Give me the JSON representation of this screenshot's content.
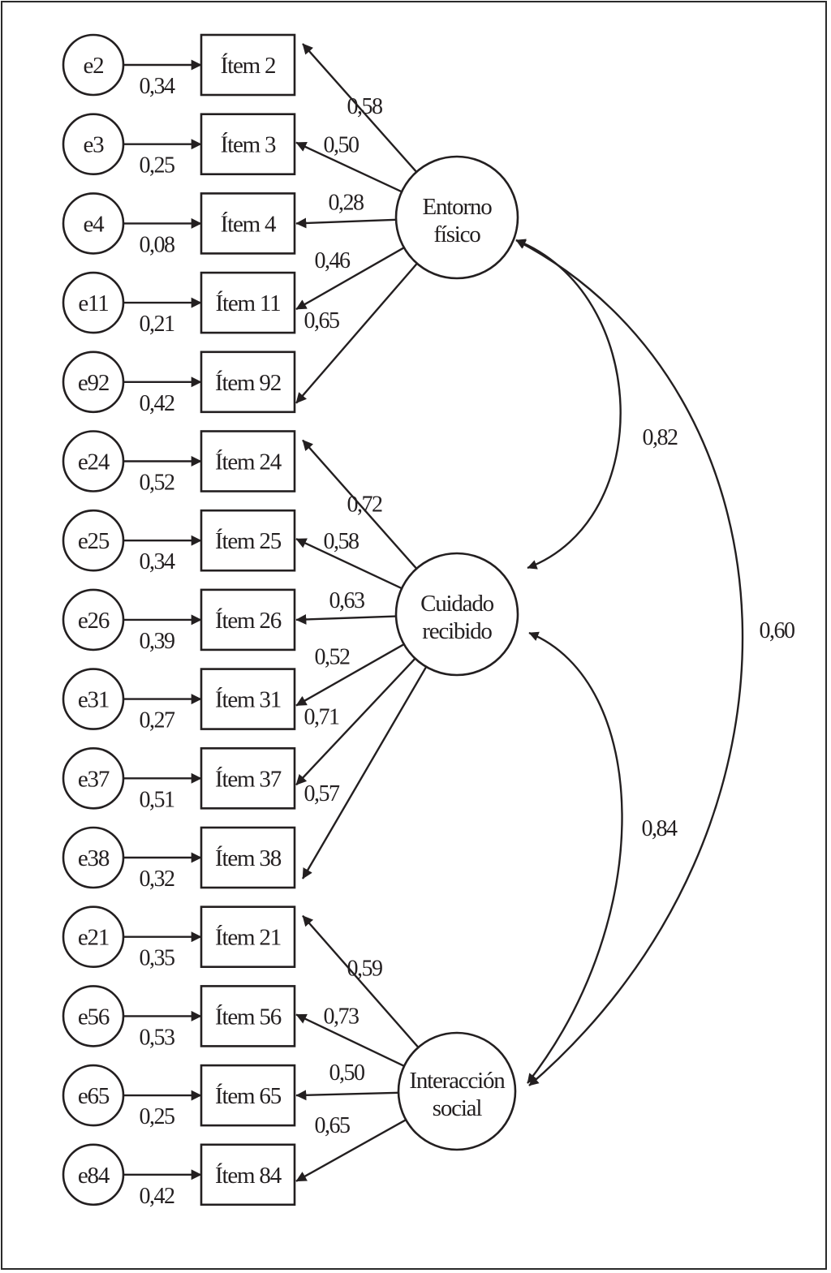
{
  "diagram": {
    "type": "confirmatory-factor-analysis",
    "factors": [
      {
        "id": "entorno",
        "label_lines": [
          "Entorno",
          "físico"
        ],
        "items": [
          {
            "item": "Ítem 2",
            "error": "e2",
            "loading": "0,58",
            "error_value": "0,34"
          },
          {
            "item": "Ítem 3",
            "error": "e3",
            "loading": "0,50",
            "error_value": "0,25"
          },
          {
            "item": "Ítem 4",
            "error": "e4",
            "loading": "0,28",
            "error_value": "0,08"
          },
          {
            "item": "Ítem 11",
            "error": "e11",
            "loading": "0,46",
            "error_value": "0,21"
          },
          {
            "item": "Ítem 92",
            "error": "e92",
            "loading": "0,65",
            "error_value": "0,42"
          }
        ]
      },
      {
        "id": "cuidado",
        "label_lines": [
          "Cuidado",
          "recibido"
        ],
        "items": [
          {
            "item": "Ítem 24",
            "error": "e24",
            "loading": "0,72",
            "error_value": "0,52"
          },
          {
            "item": "Ítem 25",
            "error": "e25",
            "loading": "0,58",
            "error_value": "0,34"
          },
          {
            "item": "Ítem 26",
            "error": "e26",
            "loading": "0,63",
            "error_value": "0,39"
          },
          {
            "item": "Ítem 31",
            "error": "e31",
            "loading": "0,52",
            "error_value": "0,27"
          },
          {
            "item": "Ítem 37",
            "error": "e37",
            "loading": "0,71",
            "error_value": "0,51"
          },
          {
            "item": "Ítem 38",
            "error": "e38",
            "loading": "0,57",
            "error_value": "0,32"
          }
        ]
      },
      {
        "id": "interaccion",
        "label_lines": [
          "Interacción",
          "social"
        ],
        "items": [
          {
            "item": "Ítem 21",
            "error": "e21",
            "loading": "0,59",
            "error_value": "0,35"
          },
          {
            "item": "Ítem 56",
            "error": "e56",
            "loading": "0,73",
            "error_value": "0,53"
          },
          {
            "item": "Ítem 65",
            "error": "e65",
            "loading": "0,50",
            "error_value": "0,25"
          },
          {
            "item": "Ítem 84",
            "error": "e84",
            "loading": "0,65",
            "error_value": "0,42"
          }
        ]
      }
    ],
    "correlations": [
      {
        "from": "entorno",
        "to": "cuidado",
        "value": "0,82"
      },
      {
        "from": "cuidado",
        "to": "interaccion",
        "value": "0,84"
      },
      {
        "from": "entorno",
        "to": "interaccion",
        "value": "0,60"
      }
    ]
  }
}
